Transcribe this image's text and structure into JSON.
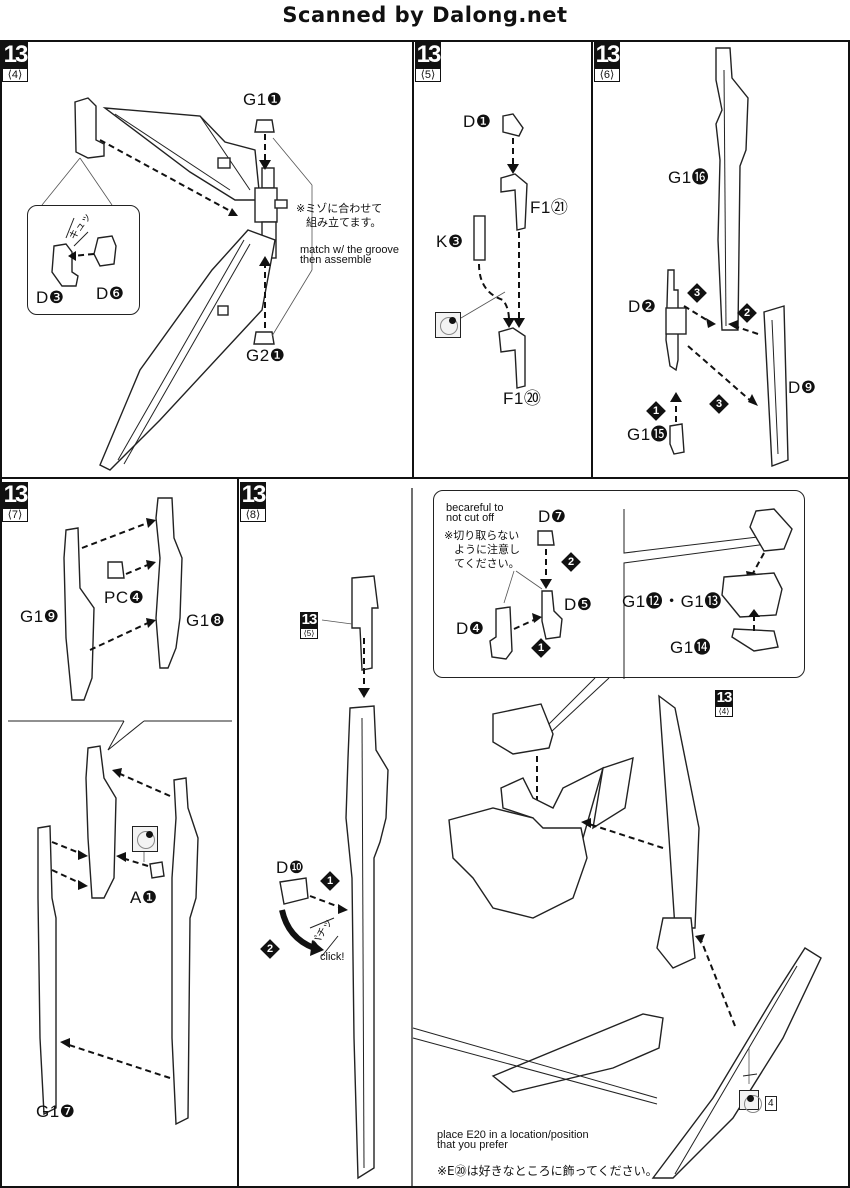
{
  "header": {
    "title": "Scanned by Dalong.net"
  },
  "panels": {
    "p4": {
      "step": "13",
      "sub": "⟨4⟩",
      "labels": {
        "g1": "G1❶",
        "g2": "G2❶",
        "d3": "D❸",
        "d6": "D❻"
      },
      "jp_note": "※ミゾに合わせて\n組み立てます。",
      "jp_note_line1": "※ミゾに合わせて",
      "jp_note_line2": "組み立てます。",
      "en_note_line1": "match w/ the groove",
      "en_note_line2": "then assemble",
      "sound": "キュッ"
    },
    "p5": {
      "step": "13",
      "sub": "⟨5⟩",
      "labels": {
        "d1": "D❶",
        "f121": "F1㉑",
        "k3": "K❸",
        "f120": "F1⑳"
      }
    },
    "p6": {
      "step": "13",
      "sub": "⟨6⟩",
      "labels": {
        "g116": "G1⓰",
        "d2": "D❷",
        "d9": "D❾",
        "g115": "G1⓯"
      },
      "steps": [
        "1",
        "2",
        "3",
        "3"
      ]
    },
    "p7": {
      "step": "13",
      "sub": "⟨7⟩",
      "labels": {
        "g19": "G1❾",
        "pc4": "PC❹",
        "g18": "G1❽",
        "a1": "A❶",
        "g17": "G1❼"
      }
    },
    "p8": {
      "step": "13",
      "sub": "⟨8⟩",
      "ref": {
        "step": "13",
        "sub": "⟨5⟩"
      },
      "labels": {
        "d10": "D❿"
      },
      "steps": [
        "1",
        "2"
      ],
      "sound_jp": "パチッ",
      "sound_en": "click!"
    },
    "p9": {
      "inset_left": {
        "en_note_line1": "becareful to",
        "en_note_line2": "not cut off",
        "jp_line1": "※切り取らない",
        "jp_line2": "ように注意し",
        "jp_line3": "てください。",
        "labels": {
          "d7": "D❼",
          "d5": "D❺",
          "d4": "D❹"
        },
        "steps": [
          "1",
          "2"
        ]
      },
      "inset_right": {
        "labels": {
          "g1213": "G1⓬・G1⓭",
          "g114": "G1⓮"
        }
      },
      "ref": {
        "step": "13",
        "sub": "⟨4⟩"
      },
      "sticker_num": "4",
      "en_note_line1": "place E20 in a location/position",
      "en_note_line2": "that you prefer",
      "jp_note": "※E⑳は好きなところに飾ってください。"
    }
  }
}
